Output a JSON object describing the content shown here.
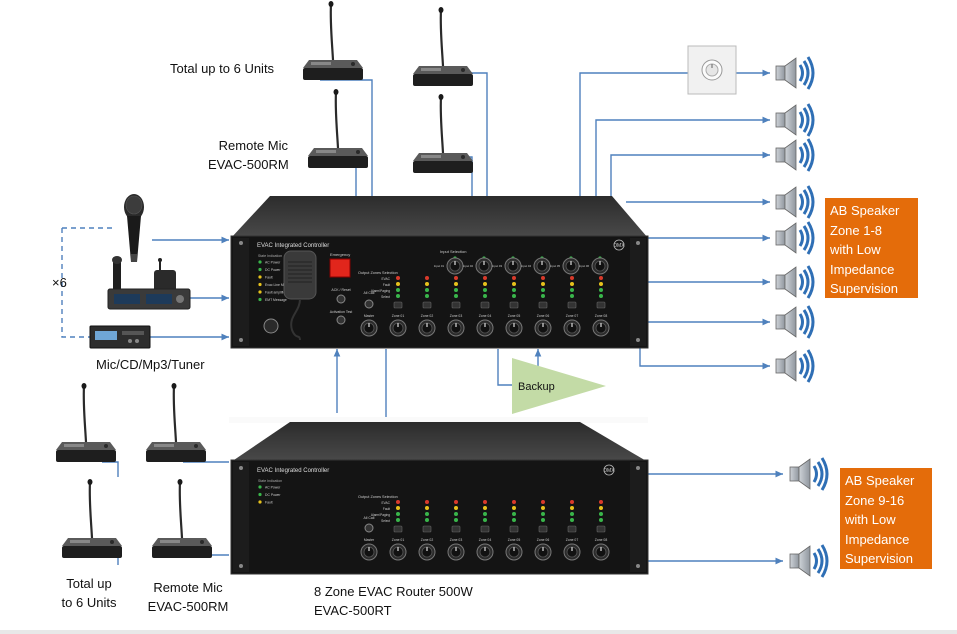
{
  "labels": {
    "top_units": "Total up to 6 Units",
    "top_remote_line1": "Remote Mic",
    "top_remote_line2": "EVAC-500RM",
    "times6": "×6",
    "sources": "Mic/CD/Mp3/Tuner",
    "backup": "Backup",
    "bottom_units_line1": "Total up",
    "bottom_units_line2": "to 6 Units",
    "bottom_remote_line1": "Remote Mic",
    "bottom_remote_line2": "EVAC-500RM",
    "router_line1": "8 Zone EVAC Router 500W",
    "router_line2": "EVAC-500RT"
  },
  "callouts": {
    "zone_1_8": [
      "AB Speaker",
      "Zone 1-8",
      "with Low",
      "Impedance",
      "Supervision"
    ],
    "zone_9_16": [
      "AB Speaker",
      "Zone 9-16",
      "with Low",
      "Impedance",
      "Supervision"
    ]
  },
  "controller": {
    "title": "EVAC Integrated Controller",
    "brand": "DMX",
    "state_indication": "State Indication",
    "states": [
      "AC Power",
      "DC Power",
      "Fault",
      "Evac Line Monitoring",
      "Fault amplifier",
      "EMT Message"
    ],
    "emergency": "Emergency",
    "ack_reset": "ACK / Reset",
    "all_call": "All Call",
    "activation_test": "Activation Test",
    "input_selection": "Input Selection",
    "inputs": [
      "Input 01",
      "Input 02",
      "Input 03",
      "Input 04",
      "Input 05",
      "Input 06"
    ],
    "output_zones_selection": "Output Zones Selection",
    "status_rows": [
      "EVAC",
      "Fault",
      "Alarm/Paging",
      "Select"
    ],
    "master": "Master",
    "zones": [
      "Zone 01",
      "Zone 02",
      "Zone 03",
      "Zone 04",
      "Zone 05",
      "Zone 06",
      "Zone 07",
      "Zone 08"
    ]
  },
  "router": {
    "title": "EVAC Integrated Controller",
    "brand": "DMX",
    "state_indication": "State Indication",
    "states": [
      "AC Power",
      "DC Power",
      "Fault"
    ],
    "output_zones_selection": "Output Zones Selection",
    "status_rows": [
      "EVAC",
      "Fault",
      "Alarm/Paging",
      "Select"
    ],
    "all_call": "All Call",
    "master": "Master",
    "zones": [
      "Zone 01",
      "Zone 02",
      "Zone 03",
      "Zone 04",
      "Zone 05",
      "Zone 06",
      "Zone 07",
      "Zone 08"
    ]
  },
  "colors": {
    "line_blue": "#4F81BD",
    "callout_orange": "#E46C0A",
    "backup_green": "#C3DBA6",
    "panel_black": "#141414",
    "chassis_top": "#3a3a3a",
    "speaker_blue": "#2F6FB5",
    "led_red": "#d93a2b",
    "led_green": "#39b54a",
    "led_yellow": "#e7c21c"
  },
  "icons": [
    "gooseneck-mic-icon",
    "speaker-icon",
    "volume-control-icon",
    "handheld-mic-icon",
    "wireless-receiver-icon",
    "media-player-icon",
    "hand-microphone-icon"
  ]
}
